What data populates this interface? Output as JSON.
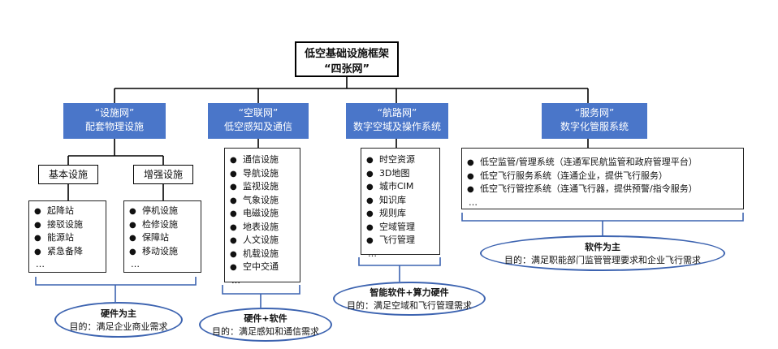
{
  "root": {
    "title": "低空基础设施框架",
    "subtitle": "“四张网”"
  },
  "columns": [
    {
      "title": "“设施网”",
      "subtitle": "配套物理设施",
      "groups": [
        {
          "label": "基本设施",
          "items": [
            "起降站",
            "接驳设施",
            "能源站",
            "紧急备降"
          ]
        },
        {
          "label": "增强设施",
          "items": [
            "停机设施",
            "检修设施",
            "保障站",
            "移动设施"
          ]
        }
      ],
      "summary": {
        "title": "硬件为主",
        "purpose": "目的：满足企业商业需求"
      }
    },
    {
      "title": "“空联网”",
      "subtitle": "低空感知及通信",
      "items": [
        "通信设施",
        "导航设施",
        "监视设施",
        "气象设施",
        "电磁设施",
        "地表设施",
        "人文设施",
        "机载设施",
        "空中交通"
      ],
      "summary": {
        "title": "硬件+软件",
        "purpose": "目的：满足感知和通信需求"
      }
    },
    {
      "title": "“航路网”",
      "subtitle": "数字空域及操作系统",
      "items": [
        "时空资源",
        "3D地图",
        "城市CIM",
        "知识库",
        "规则库",
        "空域管理",
        "飞行管理"
      ],
      "summary": {
        "title": "智能软件+算力硬件",
        "purpose": "目的：满足空域和飞行管理需求"
      }
    },
    {
      "title": "“服务网”",
      "subtitle": "数字化管服系统",
      "items": [
        "低空监管/管理系统（连通军民航监管和政府管理平台）",
        "低空飞行服务系统（连通企业，提供飞行服务）",
        "低空飞行管控系统（连通飞行器，提供预警/指令服务）"
      ],
      "summary": {
        "title": "软件为主",
        "purpose": "目的：满足职能部门监管管理要求和企业飞行需求"
      }
    }
  ],
  "ellipsis": "…",
  "bullet_glyph": "●",
  "colors": {
    "header_blue": "#4a76c9",
    "oval_border": "#3c63b0",
    "line": "#000000"
  }
}
